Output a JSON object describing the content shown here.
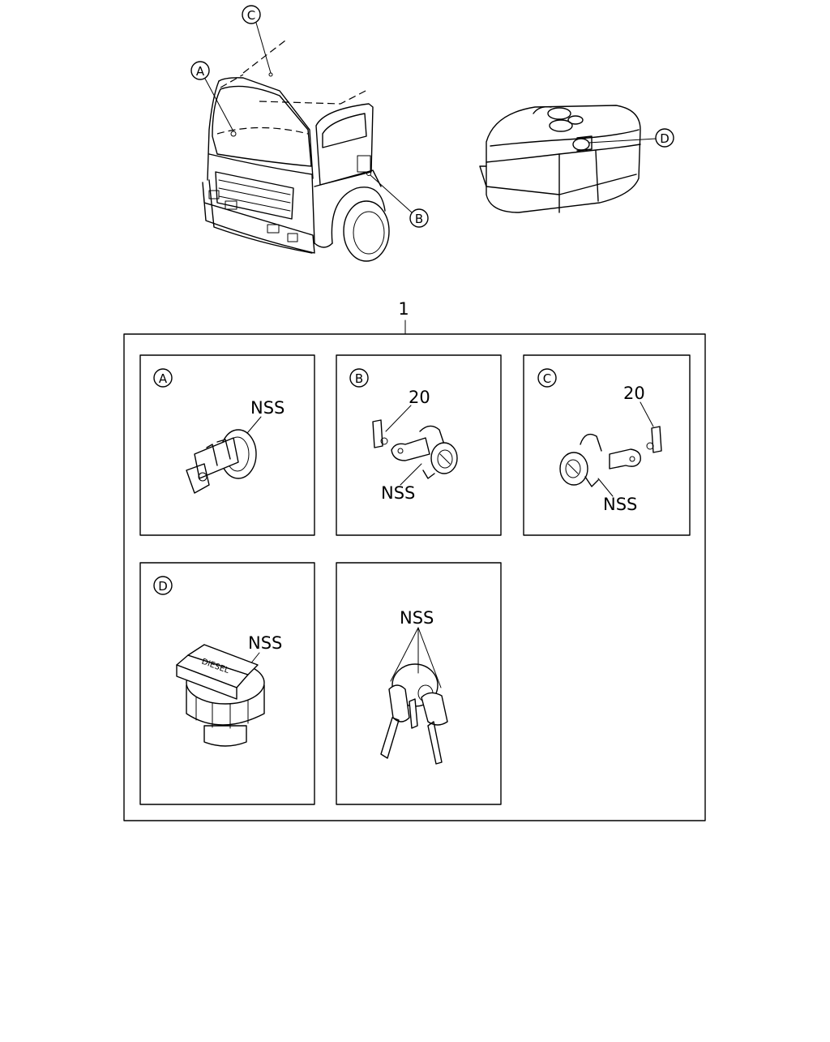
{
  "diagram": {
    "callouts": {
      "A": "A",
      "B": "B",
      "C": "C",
      "D": "D"
    },
    "group_label": "1",
    "panels": [
      {
        "id": "A",
        "letter": "A",
        "labels": [
          "NSS"
        ]
      },
      {
        "id": "B",
        "letter": "B",
        "labels": [
          "20",
          "NSS"
        ]
      },
      {
        "id": "C",
        "letter": "C",
        "labels": [
          "20",
          "NSS"
        ]
      },
      {
        "id": "D",
        "letter": "D",
        "labels": [
          "NSS"
        ],
        "cap_text": "DIESEL"
      },
      {
        "id": "keys",
        "letter": "",
        "labels": [
          "NSS"
        ]
      }
    ]
  }
}
